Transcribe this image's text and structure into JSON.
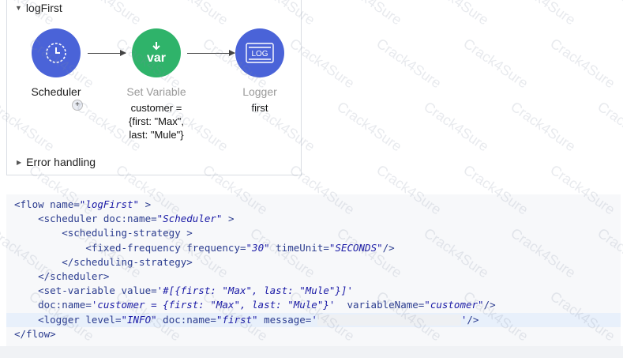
{
  "flow": {
    "name": "logFirst",
    "nodes": [
      {
        "id": "scheduler",
        "label": "Scheduler",
        "color": "#4a63d8",
        "icon": "clock-icon"
      },
      {
        "id": "set-variable",
        "label": "Set Variable",
        "icon_text": "var",
        "color": "#2fb36a",
        "desc": "customer =\n{first: \"Max\",\nlast: \"Mule\"}"
      },
      {
        "id": "logger",
        "label": "Logger",
        "icon_text": "LOG",
        "color": "#4a63d8",
        "desc": "first"
      }
    ],
    "error_handling_label": "Error handling"
  },
  "code": {
    "lines": [
      {
        "indent": "",
        "parts": [
          [
            "tag",
            "<flow "
          ],
          [
            "attr",
            "name="
          ],
          [
            "val",
            "\"logFirst\""
          ],
          [
            "tag",
            " >"
          ]
        ]
      },
      {
        "indent": "    ",
        "parts": [
          [
            "tag",
            "<scheduler "
          ],
          [
            "attr",
            "doc:name="
          ],
          [
            "val",
            "\"Scheduler\""
          ],
          [
            "tag",
            " >"
          ]
        ]
      },
      {
        "indent": "        ",
        "parts": [
          [
            "tag",
            "<scheduling-strategy >"
          ]
        ]
      },
      {
        "indent": "            ",
        "parts": [
          [
            "tag",
            "<fixed-frequency "
          ],
          [
            "attr",
            "frequency="
          ],
          [
            "val",
            "\"30\""
          ],
          [
            "attr",
            " timeUnit="
          ],
          [
            "val",
            "\"SECONDS\""
          ],
          [
            "tag",
            "/>"
          ]
        ]
      },
      {
        "indent": "        ",
        "parts": [
          [
            "tag",
            "</scheduling-strategy>"
          ]
        ]
      },
      {
        "indent": "    ",
        "parts": [
          [
            "tag",
            "</scheduler>"
          ]
        ]
      },
      {
        "indent": "    ",
        "parts": [
          [
            "tag",
            "<set-variable "
          ],
          [
            "attr",
            "value="
          ],
          [
            "val",
            "'#[{first: \"Max\", last: \"Mule\"}]'"
          ]
        ]
      },
      {
        "indent": "    ",
        "parts": [
          [
            "attr",
            "doc:name="
          ],
          [
            "val",
            "'customer = {first: \"Max\", last: \"Mule\"}'"
          ],
          [
            "attr",
            "  variableName="
          ],
          [
            "val",
            "\"customer\""
          ],
          [
            "tag",
            "/>"
          ]
        ]
      },
      {
        "indent": "    ",
        "highlight": true,
        "parts": [
          [
            "tag",
            "<logger "
          ],
          [
            "attr",
            "level="
          ],
          [
            "val",
            "\"INFO\""
          ],
          [
            "attr",
            " doc:name="
          ],
          [
            "val",
            "\"first\""
          ],
          [
            "attr",
            " message="
          ],
          [
            "val",
            "'"
          ],
          [
            "redact",
            ""
          ],
          [
            "val",
            "'"
          ],
          [
            "tag",
            "/>"
          ]
        ]
      },
      {
        "indent": "",
        "parts": [
          [
            "tag",
            "</flow>"
          ]
        ]
      }
    ]
  },
  "watermark": "Crack4Sure"
}
